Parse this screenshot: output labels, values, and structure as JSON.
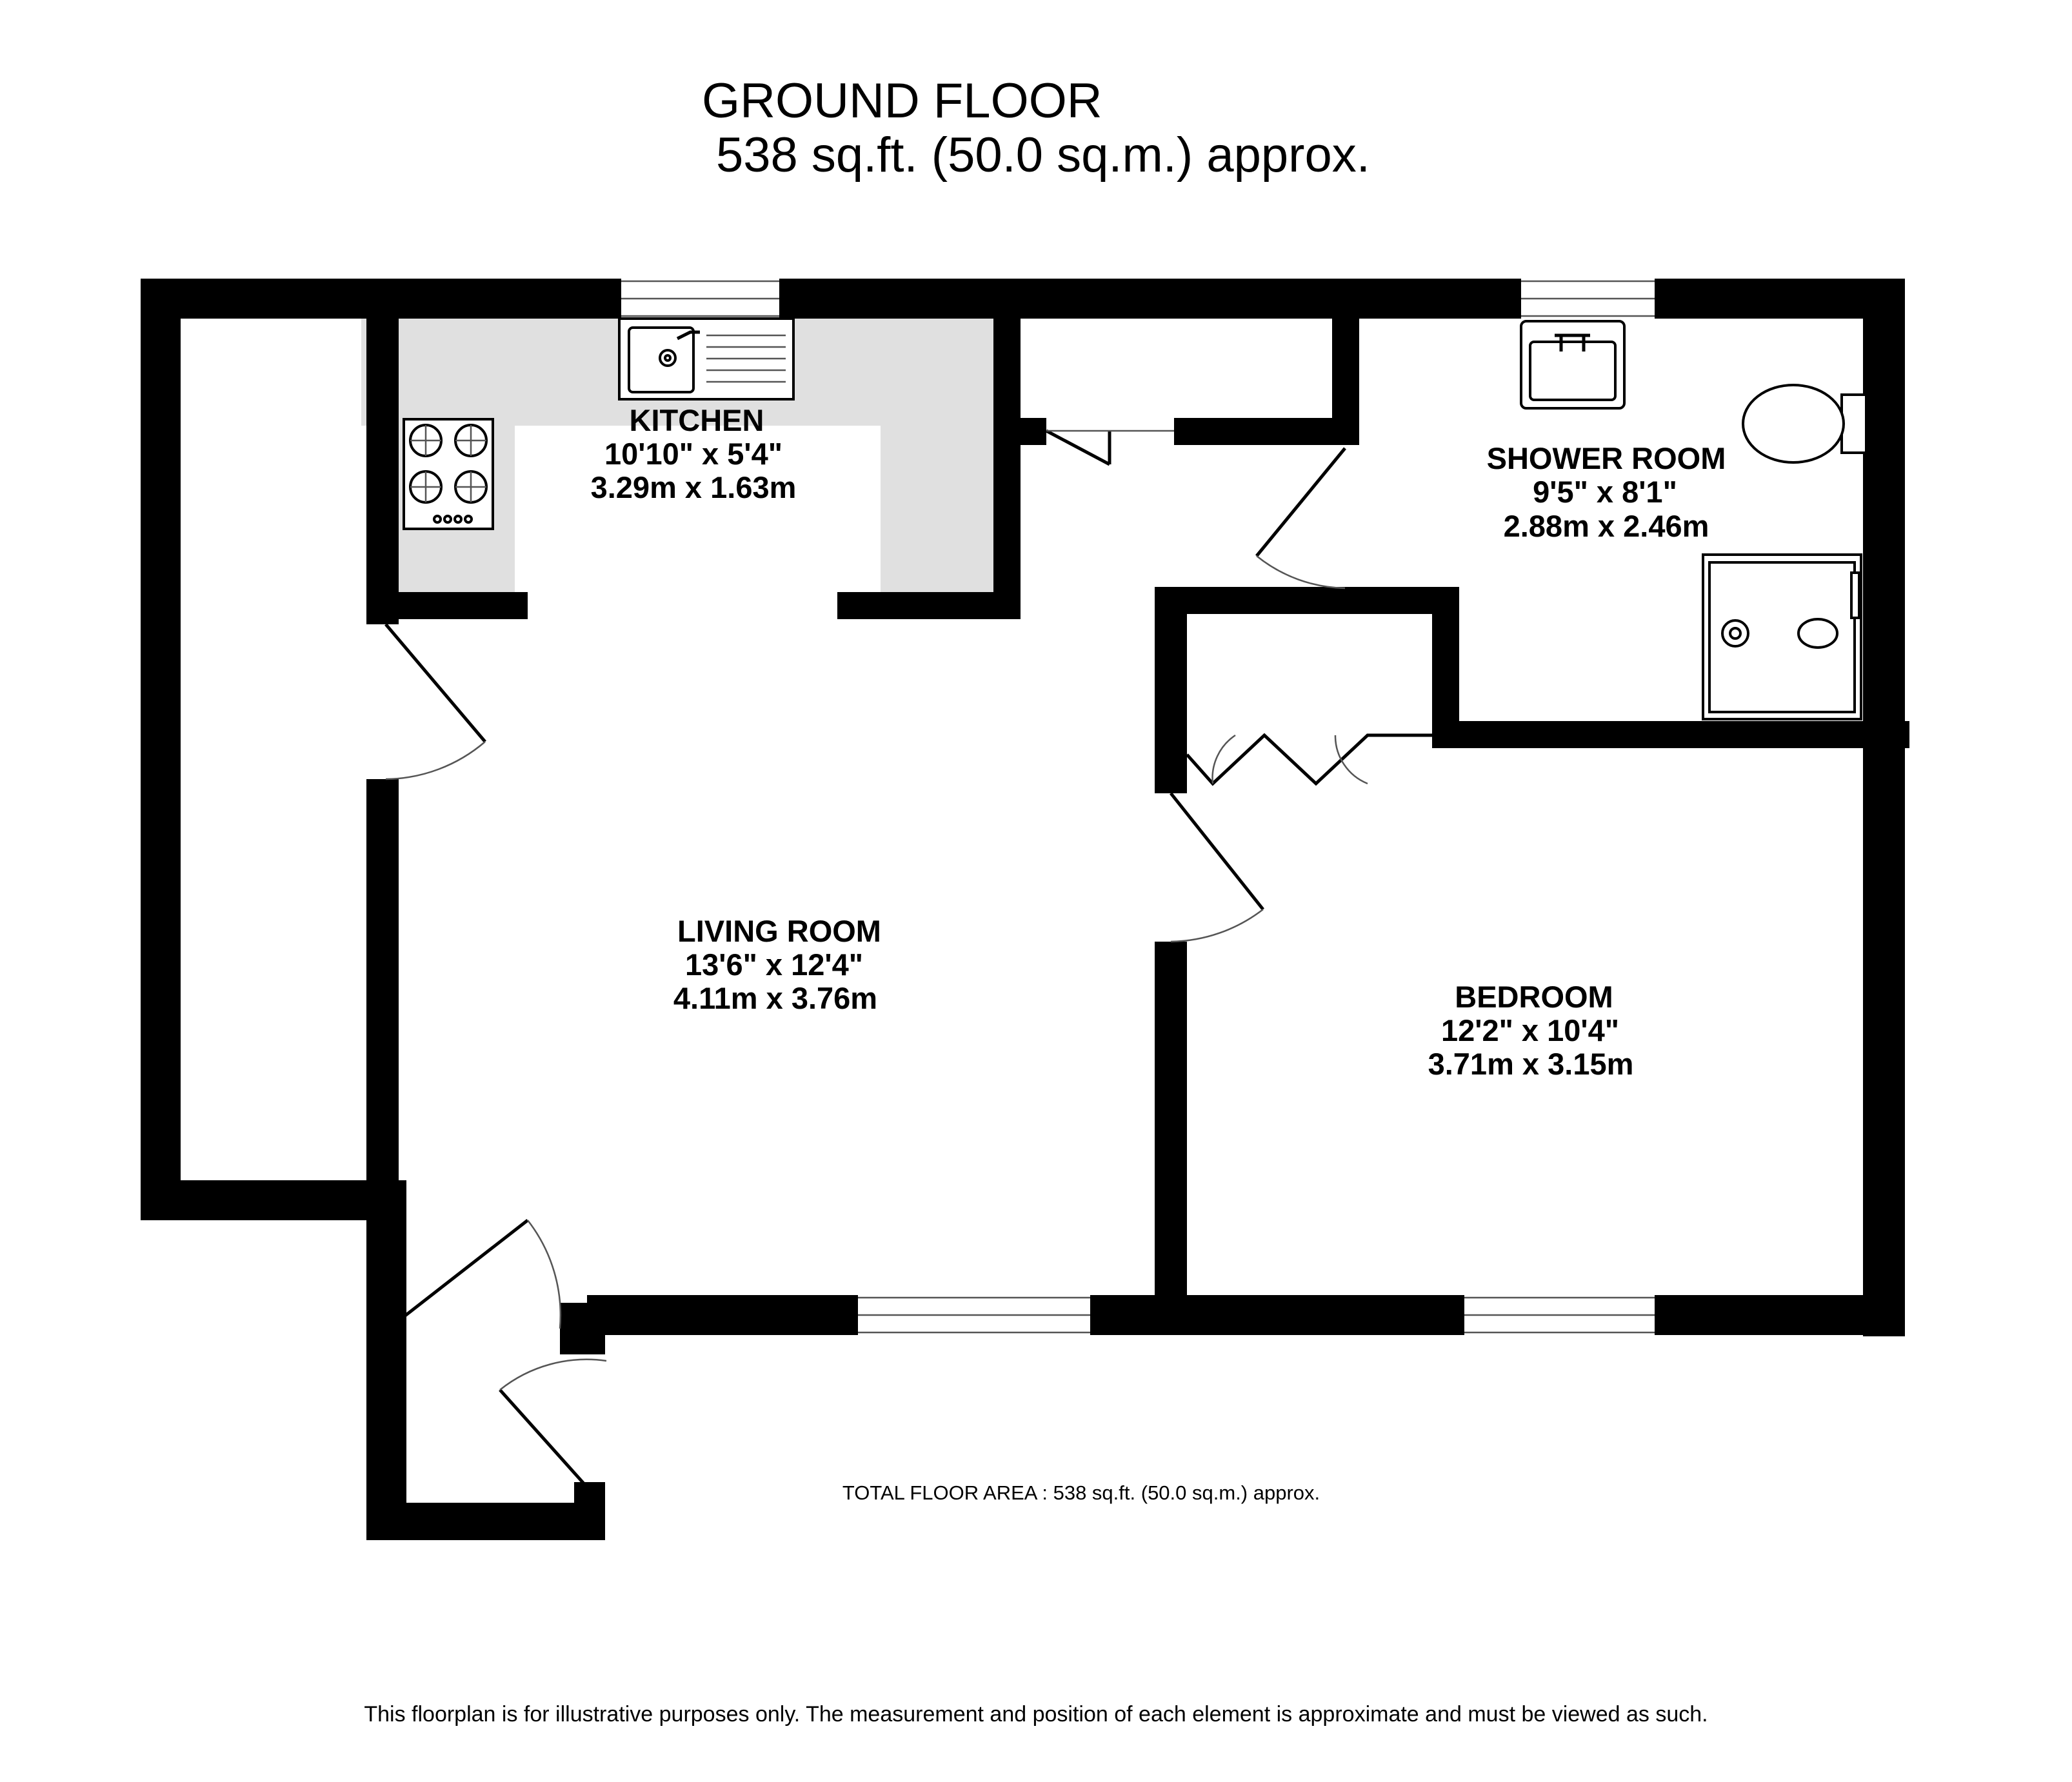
{
  "plan": {
    "title": "GROUND FLOOR",
    "area": "538 sq.ft. (50.0 sq.m.) approx.",
    "total_area": "TOTAL FLOOR AREA : 538 sq.ft. (50.0 sq.m.) approx.",
    "disclaimer": "This floorplan is for illustrative purposes only. The measurement and position of each element is approximate and must be viewed as such."
  },
  "rooms": {
    "kitchen": {
      "name": "KITCHEN",
      "imperial": "10'10\"  x 5'4\"",
      "metric": "3.29m  x 1.63m"
    },
    "shower_room": {
      "name": "SHOWER ROOM",
      "imperial": "9'5\"  x 8'1\"",
      "metric": "2.88m  x 2.46m"
    },
    "living_room": {
      "name": "LIVING ROOM",
      "imperial": "13'6\"  x 12'4\"",
      "metric": "4.11m  x 3.76m"
    },
    "bedroom": {
      "name": "BEDROOM",
      "imperial": "12'2\"  x 10'4\"",
      "metric": "3.71m  x 3.15m"
    }
  },
  "colors": {
    "walls": "#000000",
    "worktop": "#e0e0e0",
    "background": "#ffffff"
  }
}
